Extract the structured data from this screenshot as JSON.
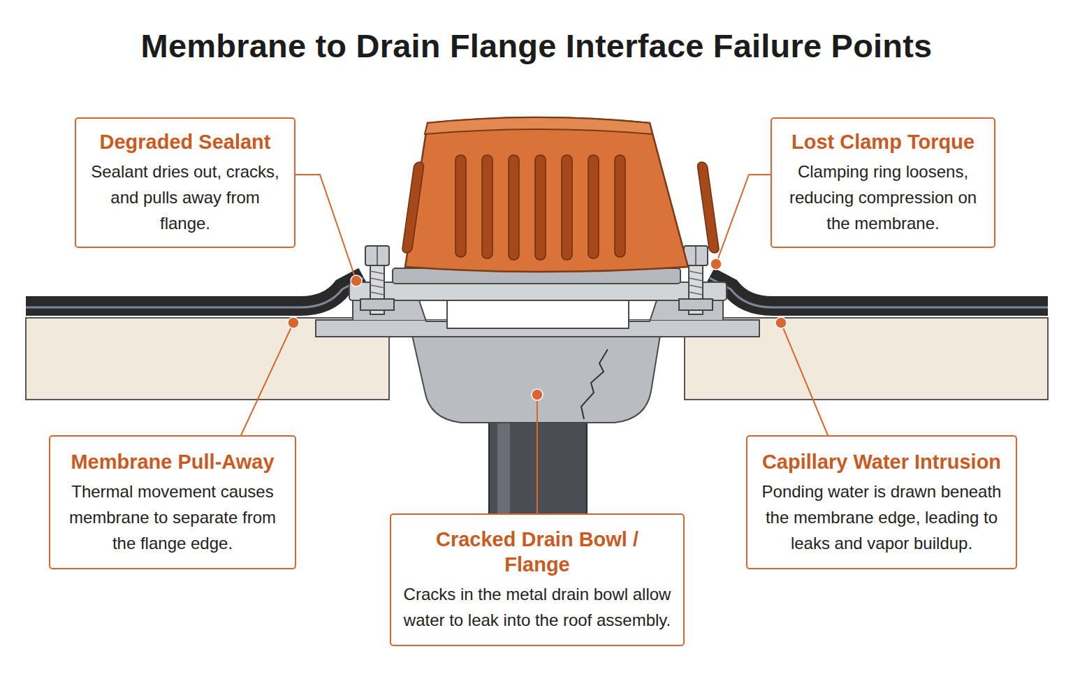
{
  "diagram": {
    "title": "Membrane to Drain Flange Interface Failure Points",
    "nodes": [
      {
        "text": [
          "Degraded Sealant",
          "Sealant dries out, cracks, and pulls away from flange."
        ]
      },
      {
        "text": [
          "Lost Clamp Torque",
          "Clamping ring loosens, reducing compression on the membrane."
        ]
      },
      {
        "text": [
          "Membrane Pull-Away",
          "Thermal movement causes membrane to separate from the flange edge."
        ]
      },
      {
        "text": [
          "Capillary Water Intrusion",
          "Ponding water is drawn beneath the membrane edge, leading to leaks and vapor buildup."
        ]
      },
      {
        "text": [
          "Cracked Drain Bowl / Flange",
          "Cracks in the metal drain bowl allow water to leak into the roof assembly."
        ]
      }
    ]
  }
}
